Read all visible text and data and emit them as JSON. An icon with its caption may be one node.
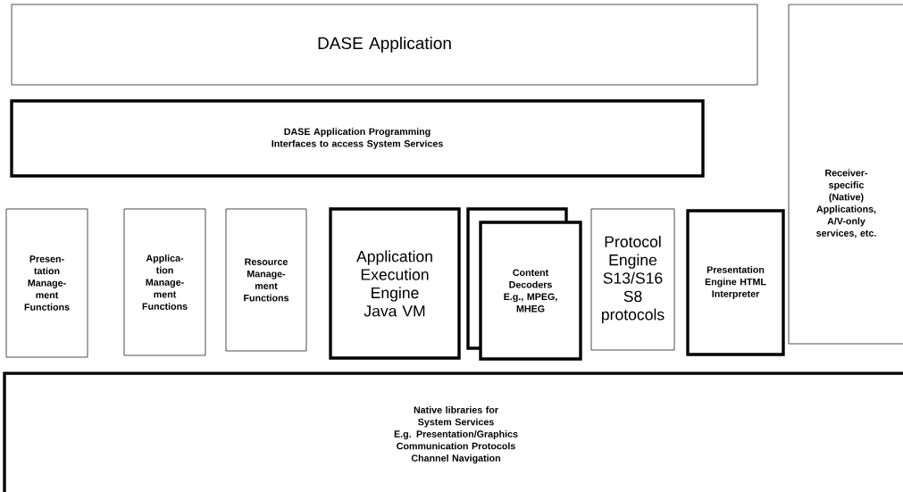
{
  "diagram": {
    "nodes": [
      {
        "text": [
          "DASE Application"
        ]
      },
      {
        "text": [
          "DASE Application Programming Interfaces to access System Services"
        ]
      },
      {
        "text": [
          "Receiver- specific (Native) Applications, A/V-only services, etc."
        ]
      },
      {
        "text": [
          "Presen- tation Manage- ment Functions"
        ]
      },
      {
        "text": [
          "Applica- tion Manage- ment Functions"
        ]
      },
      {
        "text": [
          "Resource Manage- ment Functions"
        ]
      },
      {
        "text": [
          "Application Execution Engine Java VM"
        ]
      },
      {
        "text": [],
        "shape": "box"
      },
      {
        "text": [
          "Content Decoders E.g., MPEG, MHEG"
        ]
      },
      {
        "text": [
          "Protocol Engine S13/S16 S8 protocols"
        ]
      },
      {
        "text": [
          "Presentation Engine HTML Interpreter"
        ]
      },
      {
        "text": [
          "Native libraries for",
          "System Services",
          "E.g. Presentation/Graphics",
          "Communication Protocols",
          "Channel Navigation"
        ]
      }
    ]
  }
}
